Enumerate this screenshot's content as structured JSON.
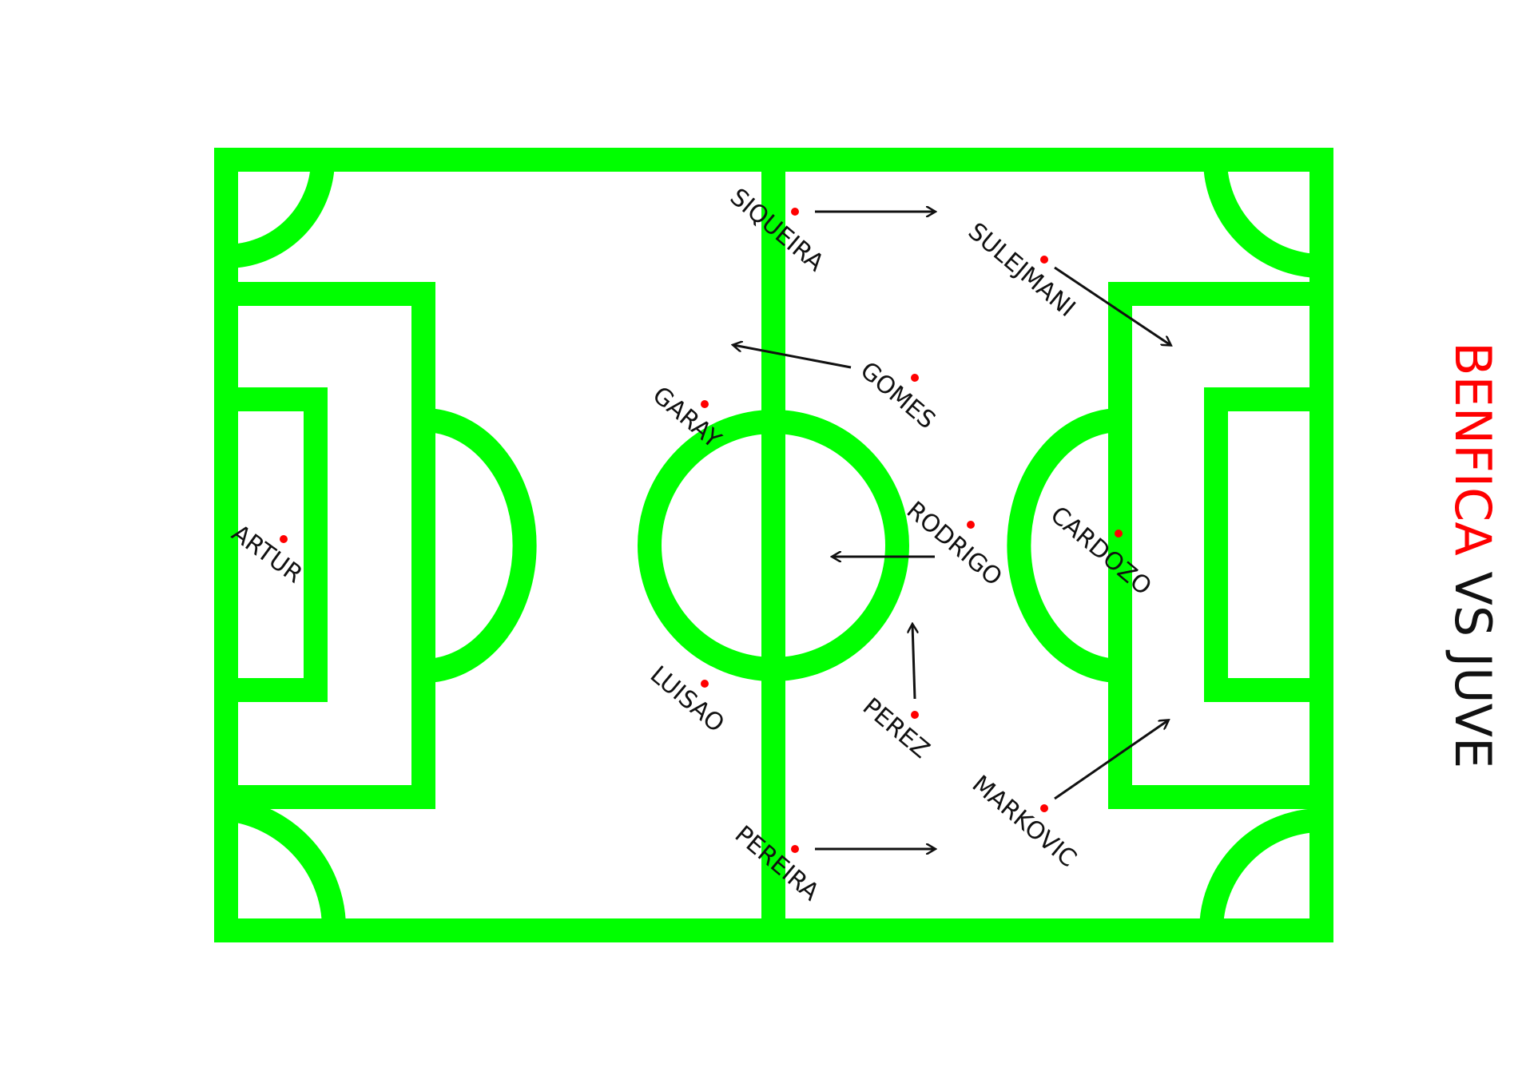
{
  "title": {
    "team_home": "BENFICA",
    "separator": " VS ",
    "team_away": "JUVE"
  },
  "colors": {
    "pitch_lines": "#00ff00",
    "background": "#ffffff",
    "player_dot": "#ff0000",
    "arrow": "#111111",
    "title_home": "#ff0000",
    "title_away": "#111111"
  },
  "players": [
    {
      "name": "ARTUR"
    },
    {
      "name": "LUISAO"
    },
    {
      "name": "GARAY"
    },
    {
      "name": "SIQUEIRA"
    },
    {
      "name": "PEREIRA"
    },
    {
      "name": "GOMES"
    },
    {
      "name": "RODRIGO"
    },
    {
      "name": "PEREZ"
    },
    {
      "name": "SULEJMANI"
    },
    {
      "name": "MARKOVIC"
    },
    {
      "name": "CARDOZO"
    }
  ]
}
